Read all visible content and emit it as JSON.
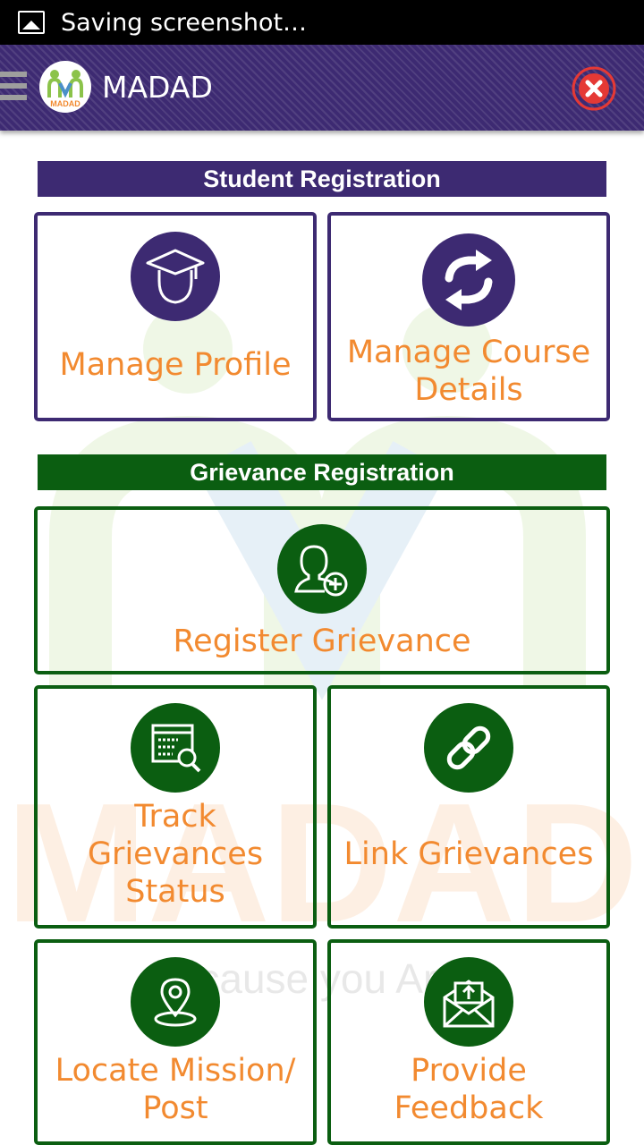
{
  "status_bar": {
    "notification": "Saving screenshot…"
  },
  "app_bar": {
    "title": "MADAD",
    "logo_text": "MADAD"
  },
  "watermark": {
    "text": "MADAD",
    "tagline": "Because you Are"
  },
  "sections": {
    "student": {
      "title": "Student Registration"
    },
    "grievance": {
      "title": "Grievance Registration"
    }
  },
  "tiles": {
    "manage_profile": {
      "label": "Manage Profile",
      "icon": "graduate-icon"
    },
    "manage_course": {
      "label": "Manage Course Details",
      "icon": "refresh-arrows-icon"
    },
    "register_grievance": {
      "label": "Register Grievance",
      "icon": "add-user-icon"
    },
    "track_grievances": {
      "label": "Track Grievances Status",
      "icon": "document-search-icon"
    },
    "link_grievances": {
      "label": "Link Grievances",
      "icon": "chain-link-icon"
    },
    "locate_mission": {
      "label": "Locate Mission/ Post",
      "icon": "location-pin-icon"
    },
    "provide_feedback": {
      "label": "Provide Feedback",
      "icon": "envelope-upload-icon"
    }
  },
  "colors": {
    "purple": "#3d2a72",
    "green": "#0b5e11",
    "orange": "#f28a30",
    "close_red": "#e53935"
  }
}
